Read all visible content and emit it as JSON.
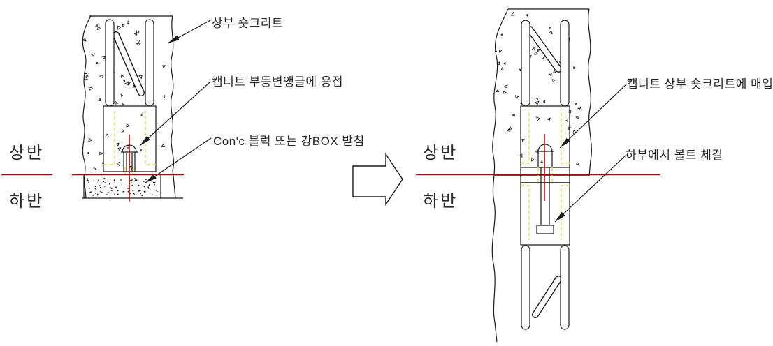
{
  "left_view": {
    "half_upper": "상반",
    "half_lower": "하반",
    "notes": [
      "상부 숏크리트",
      "캡너트 부등변앵글에 용접",
      "Con'c 블럭 또는 강BOX 받침"
    ]
  },
  "right_view": {
    "half_upper": "상반",
    "half_lower": "하반",
    "notes": [
      "캡너트 상부 숏크리트에 매입",
      "하부에서 볼트 체결"
    ]
  },
  "colors": {
    "line": "#1a1a1a",
    "centerline": "#c40000",
    "embed_outline": "#e4e050",
    "background": "#ffffff"
  }
}
